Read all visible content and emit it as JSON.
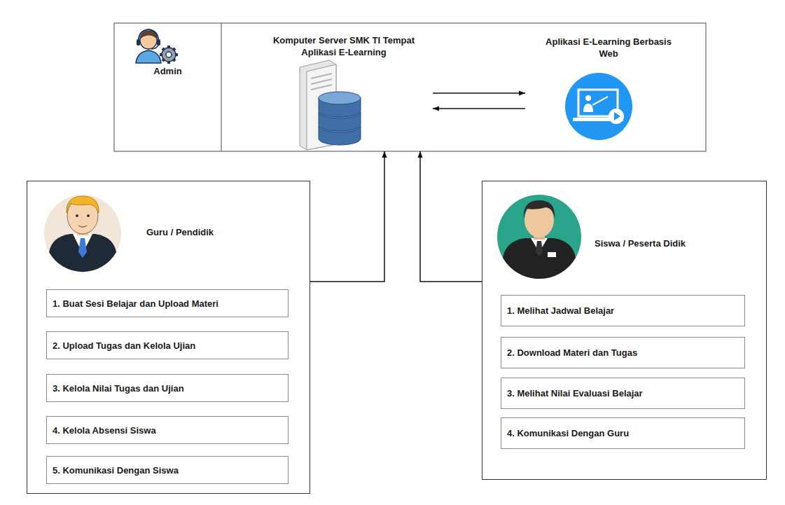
{
  "diagram": {
    "nodes": [
      {
        "text": [
          "Admin"
        ]
      },
      {
        "text": [
          "Komputer Server SMK TI Tempat Aplikasi E-Learning"
        ]
      },
      {
        "text": [
          "Aplikasi E-Learning Berbasis Web"
        ]
      },
      {
        "text": [
          "Guru / Pendidik"
        ]
      },
      {
        "text": [
          "1. Buat Sesi Belajar dan Upload Materi"
        ],
        "in": 3
      },
      {
        "text": [
          "2. Upload Tugas dan Kelola Ujian"
        ],
        "in": 3
      },
      {
        "text": [
          "3. Kelola Nilai Tugas dan Ujian"
        ],
        "in": 3
      },
      {
        "text": [
          "4. Kelola Absensi Siswa"
        ],
        "in": 3
      },
      {
        "text": [
          "5. Komunikasi Dengan Siswa"
        ],
        "in": 3
      },
      {
        "text": [
          "Siswa / Peserta Didik"
        ]
      },
      {
        "text": [
          "1. Melihat Jadwal Belajar"
        ],
        "in": 9
      },
      {
        "text": [
          "2. Download Materi dan Tugas"
        ],
        "in": 9
      },
      {
        "text": [
          "3. Melihat Nilai Evaluasi Belajar"
        ],
        "in": 9
      },
      {
        "text": [
          "4. Komunikasi Dengan Guru"
        ],
        "in": 9
      }
    ],
    "edges": [
      {
        "from": 1,
        "to": 2,
        "arrow": "to"
      },
      {
        "from": 2,
        "to": 1,
        "arrow": "to"
      },
      {
        "from": 3,
        "to": 1,
        "arrow": "to"
      },
      {
        "from": 9,
        "to": 1,
        "arrow": "to"
      }
    ]
  }
}
